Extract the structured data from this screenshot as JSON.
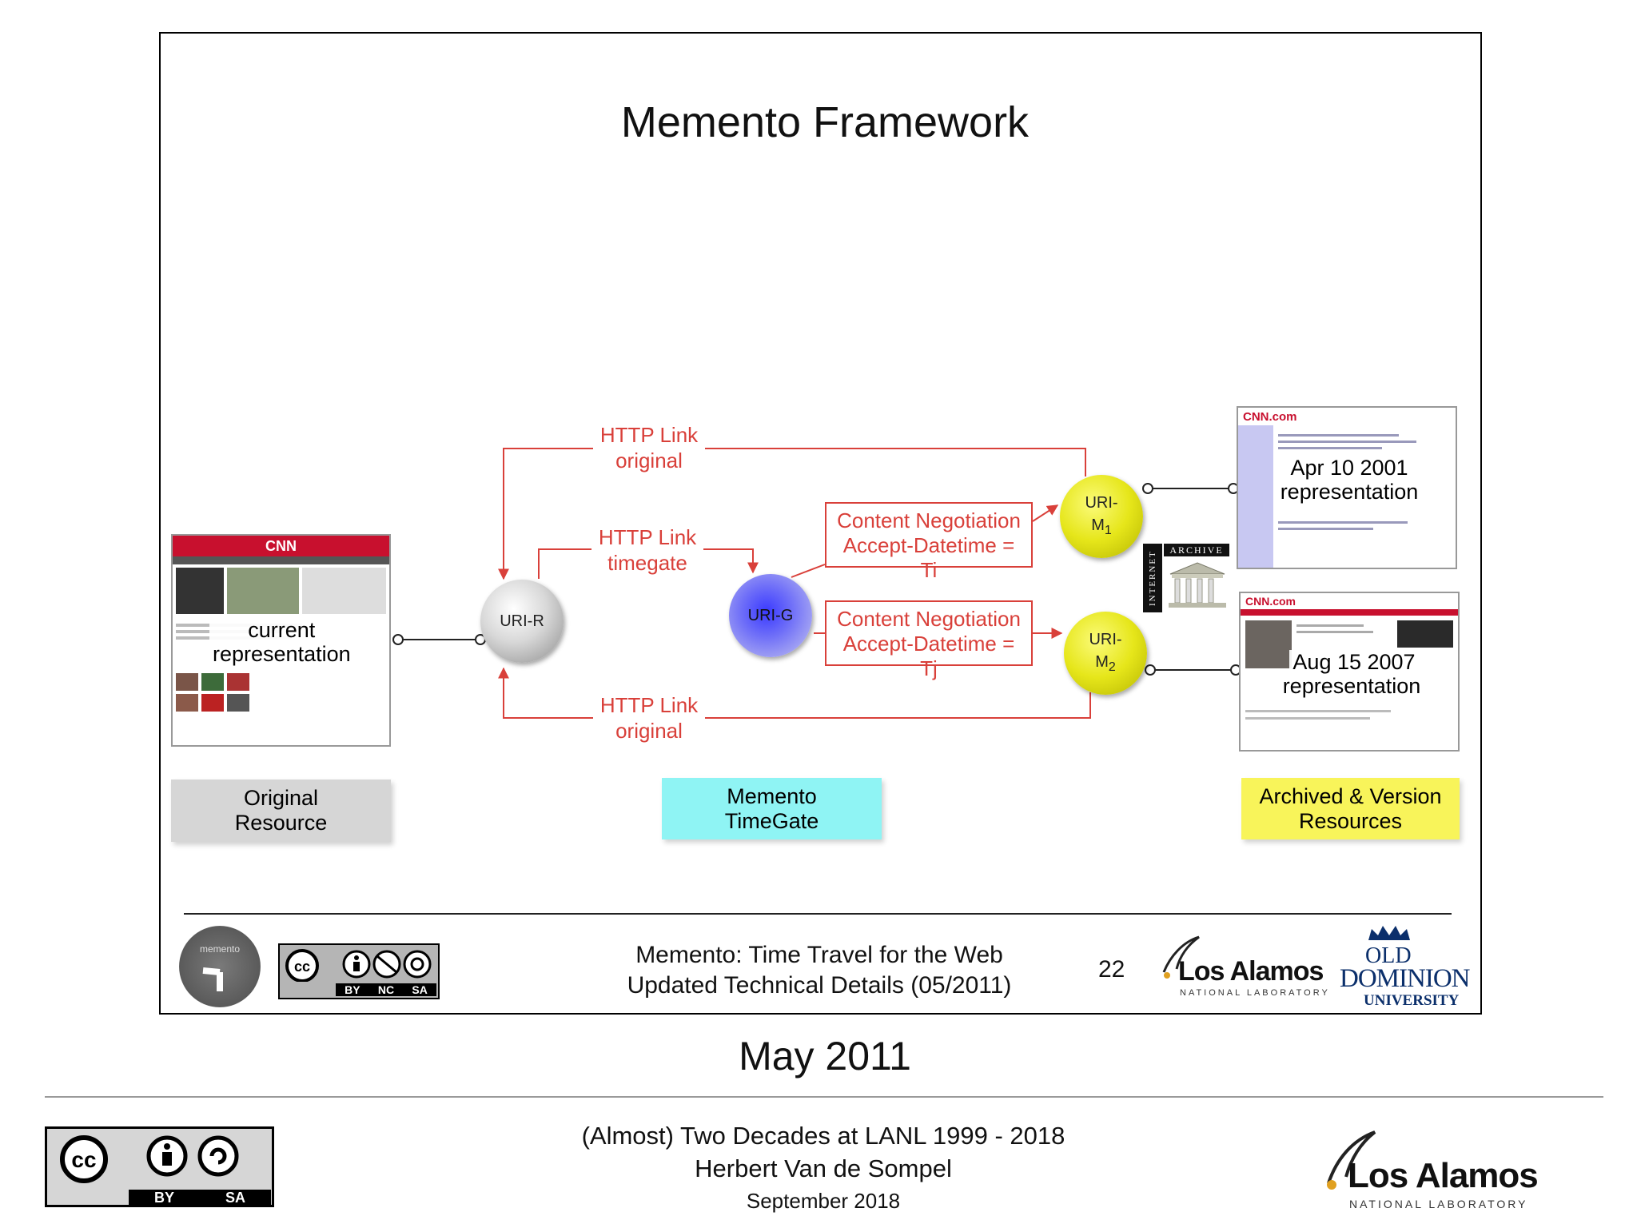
{
  "slide": {
    "title": "Memento Framework",
    "original": {
      "label": "current\nrepresentation",
      "category": [
        "Original",
        "Resource"
      ],
      "node": "URI-R"
    },
    "timegate": {
      "node": "URI-G",
      "category": [
        "Memento",
        "TimeGate"
      ]
    },
    "mementos": [
      {
        "node_line1": "URI-",
        "node_line2": "M",
        "node_sub": "1",
        "date": "Apr 10 2001",
        "label": "representation"
      },
      {
        "node_line1": "URI-",
        "node_line2": "M",
        "node_sub": "2",
        "date": "Aug 15 2007",
        "label": "representation"
      }
    ],
    "archived_category": [
      "Archived & Version",
      "Resources"
    ],
    "links": {
      "top": [
        "HTTP Link",
        "original"
      ],
      "middle": [
        "HTTP Link",
        "timegate"
      ],
      "bottom": [
        "HTTP Link",
        "original"
      ]
    },
    "negotiation": [
      [
        "Content Negotiation",
        "Accept-Datetime = Ti"
      ],
      [
        "Content Negotiation",
        "Accept-Datetime = Tj"
      ]
    ],
    "archive_logo": {
      "word1": "ARCHIVE",
      "word2": "INTERNET"
    },
    "thumb_text": {
      "cnn": "CNN",
      "cnn_com": "CNN.com"
    },
    "footer": {
      "line1": "Memento: Time Travel for the Web",
      "line2": "Updated Technical Details (05/2011)",
      "page_number": "22",
      "memento_logo_text": "memento",
      "cc_labels": [
        "BY",
        "NC",
        "SA"
      ],
      "lanl_name": "Los Alamos",
      "lanl_sub": "NATIONAL LABORATORY",
      "odu": [
        "OLD",
        "DOMINION",
        "UNIVERSITY"
      ]
    }
  },
  "caption": "May 2011",
  "bottom": {
    "line1": "(Almost) Two Decades at LANL 1999 - 2018",
    "line2": "Herbert Van de Sompel",
    "line3": "September 2018",
    "cc_labels": [
      "BY",
      "SA"
    ],
    "lanl_name": "Los Alamos",
    "lanl_sub": "NATIONAL LABORATORY"
  },
  "colors": {
    "link_red": "#d9403a",
    "original_box": "#d6d6d6",
    "timegate_box": "#8ff4f4",
    "archived_box": "#f8f45a",
    "cnn_red": "#c8102e"
  }
}
